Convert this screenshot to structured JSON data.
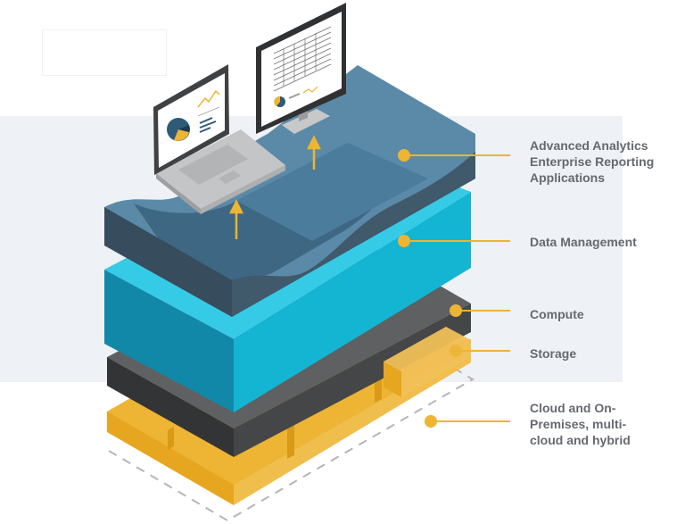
{
  "diagram": {
    "title_box": "",
    "layers": [
      {
        "id": "applications",
        "lines": [
          "Advanced Analytics",
          "Enterprise Reporting",
          "Applications"
        ],
        "color": "#4d7a99"
      },
      {
        "id": "data-management",
        "lines": [
          "Data Management"
        ],
        "color": "#14b4d3"
      },
      {
        "id": "compute",
        "lines": [
          "Compute"
        ],
        "color": "#3f4143"
      },
      {
        "id": "storage",
        "lines": [
          "Storage"
        ],
        "color": "#eeb433"
      },
      {
        "id": "infrastructure",
        "lines": [
          "Cloud and On-",
          "Premises, multi-",
          "cloud and hybrid"
        ],
        "color": "#eeb433"
      }
    ],
    "devices": [
      {
        "id": "laptop",
        "icon": "laptop-icon"
      },
      {
        "id": "desktop",
        "icon": "monitor-icon"
      }
    ],
    "accent_color": "#eeb433",
    "text_color": "#666a6e",
    "band_color": "#eef1f5"
  }
}
